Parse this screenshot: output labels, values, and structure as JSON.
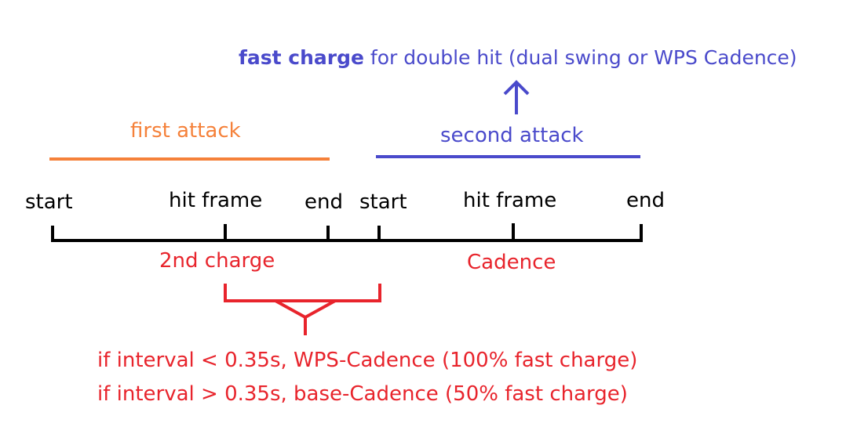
{
  "colors": {
    "blue": "#4a4acb",
    "orange": "#f5813a",
    "red": "#e8242c",
    "black": "#000000"
  },
  "top_note": {
    "bold": "fast charge",
    "rest": " for double hit (dual swing or WPS Cadence)"
  },
  "first_attack": "first attack",
  "second_attack": "second attack",
  "timeline": {
    "first": {
      "start": "start",
      "hit": "hit frame",
      "end": "end"
    },
    "second": {
      "start": "start",
      "hit": "hit frame",
      "end": "end"
    }
  },
  "second_charge": "2nd charge",
  "cadence": "Cadence",
  "rules": [
    "if interval < 0.35s, WPS-Cadence (100% fast charge)",
    "if interval > 0.35s, base-Cadence (50% fast charge)"
  ]
}
